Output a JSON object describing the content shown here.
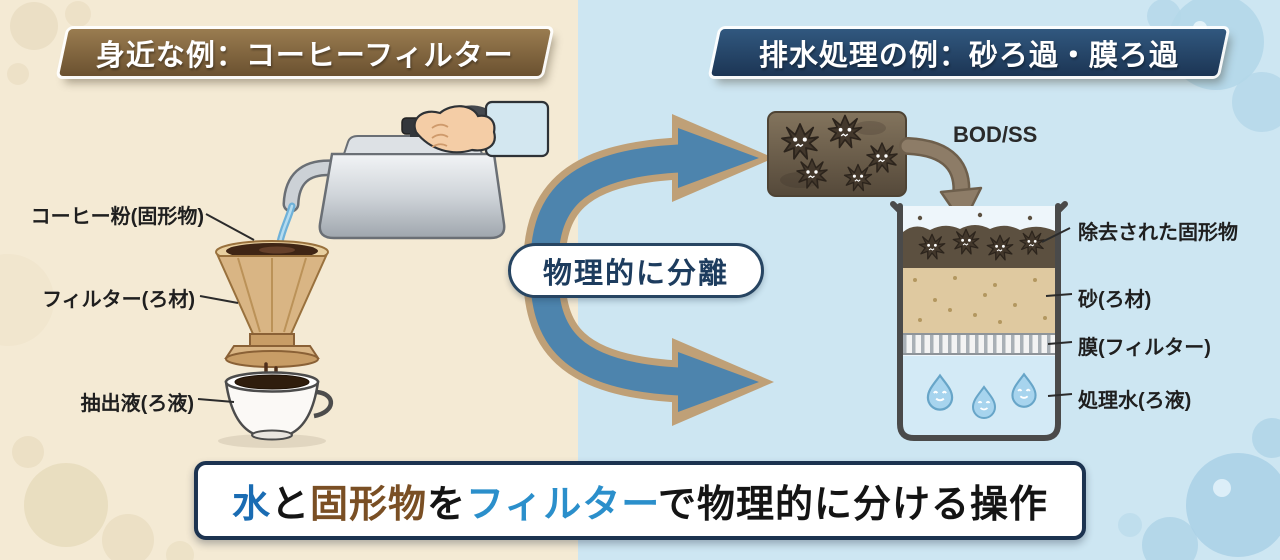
{
  "left_panel": {
    "title": "身近な例：コーヒーフィルター",
    "labels": {
      "solids": "コーヒー粉(固形物)",
      "media": "フィルター(ろ材)",
      "filtrate": "抽出液(ろ液)"
    }
  },
  "center": {
    "label": "物理的に分離"
  },
  "right_panel": {
    "title": "排水処理の例：砂ろ過・膜ろ過",
    "influent": "BOD/SS",
    "labels": {
      "removed_solids": "除去された固形物",
      "sand": "砂(ろ材)",
      "membrane": "膜(フィルター)",
      "treated_water": "処理水(ろ液)"
    }
  },
  "bottom_banner": {
    "full_text": "水と固形物をフィルターで物理的に分ける操作",
    "segments": [
      {
        "text": "水",
        "color": "#1a6cb3"
      },
      {
        "text": "と",
        "color": "#141414"
      },
      {
        "text": "固形物",
        "color": "#7a4f24"
      },
      {
        "text": "を",
        "color": "#141414"
      },
      {
        "text": "フィルター",
        "color": "#2b8fcb"
      },
      {
        "text": "で物理的に分ける操作",
        "color": "#141414"
      }
    ]
  },
  "icons": {
    "contaminant": "spiky-germ-icon",
    "clean_drop": "smiling-droplet-icon",
    "transfer": "cycle-arrows-icon",
    "influent_flow": "curved-down-arrow-icon"
  },
  "colors": {
    "left_bg": "#f4ead4",
    "right_bg": "#cde6f2",
    "left_banner": "#7b5f39",
    "right_banner": "#24466b",
    "arrow_fill": "#4d84ad",
    "arrow_outline": "#bfa077",
    "pill_border": "#274562",
    "label_text": "#1f1f1f"
  }
}
